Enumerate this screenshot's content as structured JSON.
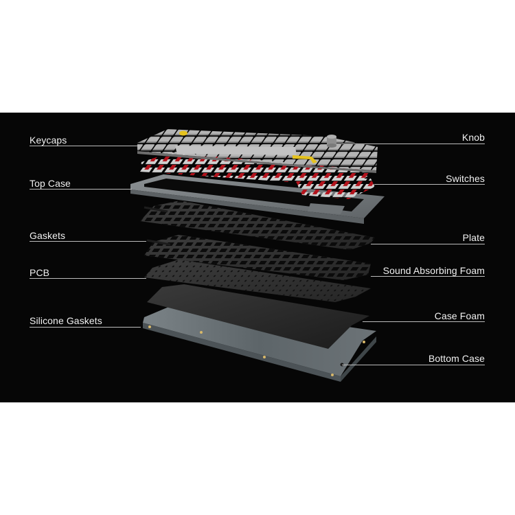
{
  "diagram": {
    "title": "Exploded view of mechanical keyboard layers",
    "background_band_color": "#060606",
    "page_background": "#ffffff",
    "accent_colors": {
      "keycap_gray_light": "#a9a9a9",
      "keycap_gray_dark": "#7d7d7d",
      "keycap_yellow": "#e5c21e",
      "switch_red": "#b3131c",
      "case_gray": "#7a7f82",
      "plate_dark": "#2a2a2a",
      "leader_line": "#bdbdbd"
    },
    "labels_left": [
      {
        "id": "keycaps",
        "text": "Keycaps"
      },
      {
        "id": "top-case",
        "text": "Top Case"
      },
      {
        "id": "gaskets",
        "text": "Gaskets"
      },
      {
        "id": "pcb",
        "text": "PCB"
      },
      {
        "id": "silicone-gaskets",
        "text": "Silicone Gaskets"
      }
    ],
    "labels_right": [
      {
        "id": "knob",
        "text": "Knob"
      },
      {
        "id": "switches",
        "text": "Switches"
      },
      {
        "id": "plate",
        "text": "Plate"
      },
      {
        "id": "sound-absorbing-foam",
        "text": "Sound Absorbing Foam"
      },
      {
        "id": "case-foam",
        "text": "Case Foam"
      },
      {
        "id": "bottom-case",
        "text": "Bottom Case"
      }
    ]
  }
}
